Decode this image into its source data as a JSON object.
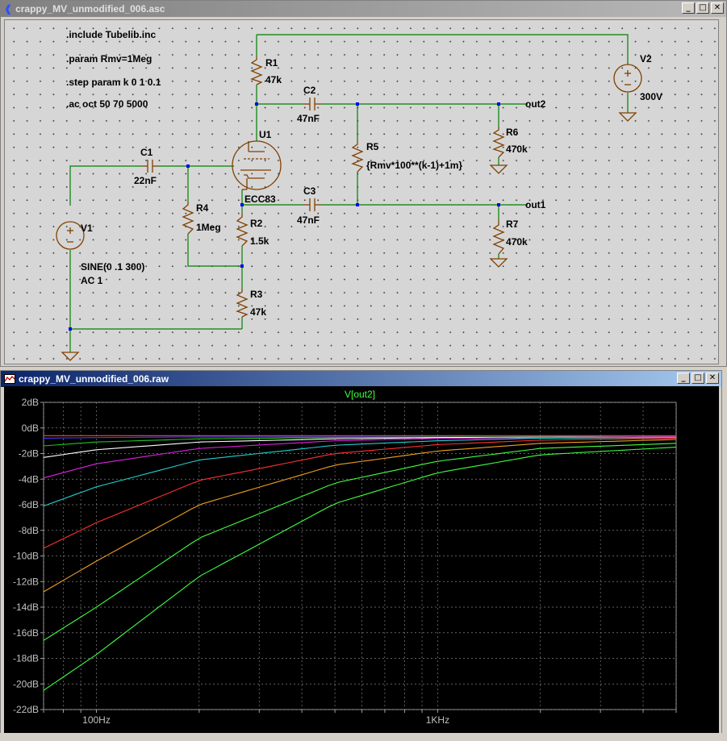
{
  "schematic_window": {
    "title": "crappy_MV_unmodified_006.asc",
    "directives": [
      ".include Tubelib.inc",
      ".param Rmv=1Meg",
      ".step param k 0 1 0.1",
      ".ac oct 50 70 5000"
    ],
    "components": {
      "r1": {
        "name": "R1",
        "value": "47k"
      },
      "c2": {
        "name": "C2",
        "value": "47nF"
      },
      "v2": {
        "name": "V2",
        "value": "300V"
      },
      "u1": {
        "name": "U1",
        "value": "ECC83"
      },
      "c1": {
        "name": "C1",
        "value": "22nF"
      },
      "r5": {
        "name": "R5",
        "value": "{Rmv*100**(k-1)+1m}"
      },
      "r6": {
        "name": "R6",
        "value": "470k"
      },
      "r4": {
        "name": "R4",
        "value": "1Meg"
      },
      "c3": {
        "name": "C3",
        "value": "47nF"
      },
      "r2": {
        "name": "R2",
        "value": "1.5k"
      },
      "r7": {
        "name": "R7",
        "value": "470k"
      },
      "v1": {
        "name": "V1",
        "value": "SINE(0 .1 300)",
        "value2": "AC 1"
      },
      "r3": {
        "name": "R3",
        "value": "47k"
      }
    },
    "nets": {
      "out2": "out2",
      "out1": "out1"
    },
    "wire_color": "#008000",
    "component_color": "#804000"
  },
  "plot_window": {
    "title": "crappy_MV_unmodified_006.raw",
    "trace_title": "V[out2]"
  },
  "window_buttons": {
    "minimize": "_",
    "restore": "□",
    "close": "✕"
  },
  "chart_data": {
    "type": "line",
    "title": "V[out2]",
    "xlabel": "",
    "ylabel": "",
    "x_scale": "log",
    "xlim": [
      70,
      5000
    ],
    "ylim": [
      -22,
      2
    ],
    "y_ticks": [
      "2dB",
      "0dB",
      "-2dB",
      "-4dB",
      "-6dB",
      "-8dB",
      "-10dB",
      "-12dB",
      "-14dB",
      "-16dB",
      "-18dB",
      "-20dB",
      "-22dB"
    ],
    "x_ticks": [
      "100Hz",
      "1KHz"
    ],
    "grid": true,
    "x": [
      70,
      100,
      200,
      500,
      1000,
      2000,
      5000
    ],
    "series": [
      {
        "color": "#ff4040",
        "values": [
          -0.6,
          -0.6,
          -0.6,
          -0.6,
          -0.6,
          -0.6,
          -0.6
        ]
      },
      {
        "color": "#4040ff",
        "values": [
          -0.8,
          -0.75,
          -0.7,
          -0.7,
          -0.7,
          -0.7,
          -0.7
        ]
      },
      {
        "color": "#20c020",
        "values": [
          -1.4,
          -1.1,
          -0.85,
          -0.75,
          -0.72,
          -0.7,
          -0.7
        ]
      },
      {
        "color": "#ffffff",
        "values": [
          -2.3,
          -1.7,
          -1.1,
          -0.85,
          -0.75,
          -0.72,
          -0.7
        ]
      },
      {
        "color": "#e020e0",
        "values": [
          -3.9,
          -2.8,
          -1.6,
          -1.0,
          -0.82,
          -0.75,
          -0.7
        ]
      },
      {
        "color": "#20d0d0",
        "values": [
          -6.1,
          -4.6,
          -2.5,
          -1.35,
          -1.0,
          -0.8,
          -0.75
        ]
      },
      {
        "color": "#ff3030",
        "values": [
          -9.4,
          -7.4,
          -4.1,
          -2.0,
          -1.3,
          -0.95,
          -0.8
        ]
      },
      {
        "color": "#f0a020",
        "values": [
          -12.8,
          -10.4,
          -6.0,
          -2.9,
          -1.8,
          -1.2,
          -0.9
        ]
      },
      {
        "color": "#40ff40",
        "values": [
          -16.6,
          -14.0,
          -8.6,
          -4.3,
          -2.6,
          -1.6,
          -1.2
        ]
      },
      {
        "color": "#40ff40",
        "values": [
          -20.5,
          -17.7,
          -11.6,
          -5.9,
          -3.5,
          -2.1,
          -1.5
        ]
      }
    ]
  }
}
